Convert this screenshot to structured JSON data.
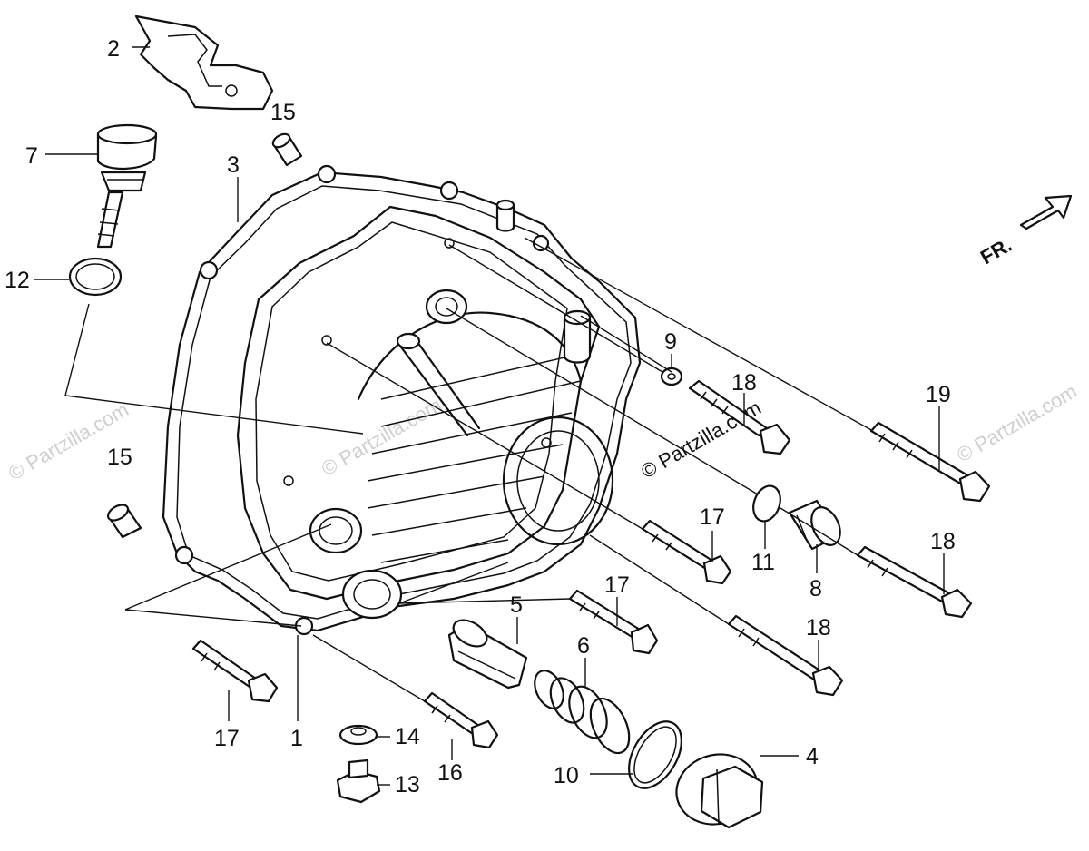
{
  "diagram": {
    "callouts": {
      "c1": "1",
      "c2": "2",
      "c3": "3",
      "c4": "4",
      "c5": "5",
      "c6": "6",
      "c7": "7",
      "c8": "8",
      "c9": "9",
      "c10": "10",
      "c11": "11",
      "c12": "12",
      "c13": "13",
      "c14": "14",
      "c15a": "15",
      "c15b": "15",
      "c16": "16",
      "c17a": "17",
      "c17b": "17",
      "c17c": "17",
      "c18a": "18",
      "c18b": "18",
      "c18c": "18",
      "c19": "19"
    },
    "direction_label": "FR.",
    "watermark": "© Partzilla.com"
  }
}
